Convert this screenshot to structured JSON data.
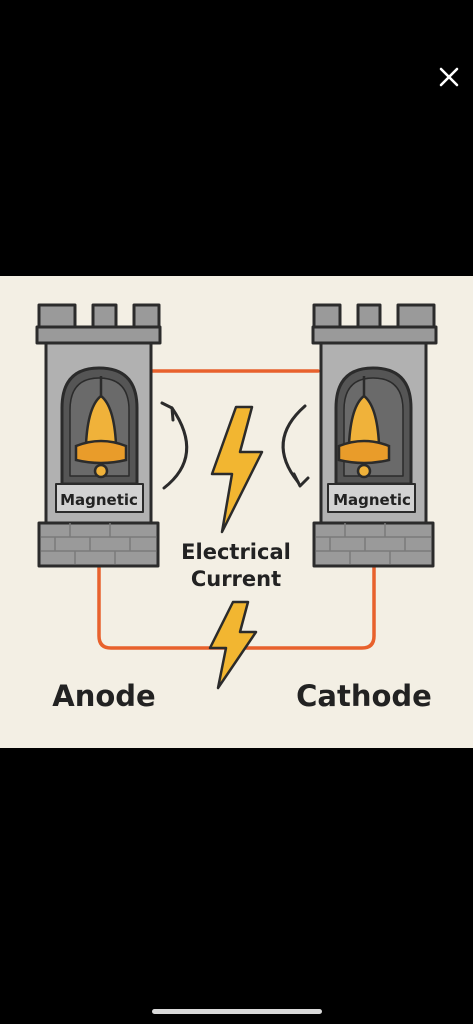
{
  "toolbar": {
    "close_icon": "close-icon"
  },
  "diagram": {
    "left_tower": {
      "bell_label": "Magnetic",
      "name": "Anode"
    },
    "right_tower": {
      "bell_label": "Magnetic",
      "name": "Cathode"
    },
    "center_label_line1": "Electrical",
    "center_label_line2": "Current",
    "colors": {
      "background": "#f3efe4",
      "wire": "#e8612c",
      "bolt": "#f2b631",
      "bell": "#f0b23a",
      "stone": "#9a9a9a",
      "outline": "#2b2b2b"
    }
  }
}
